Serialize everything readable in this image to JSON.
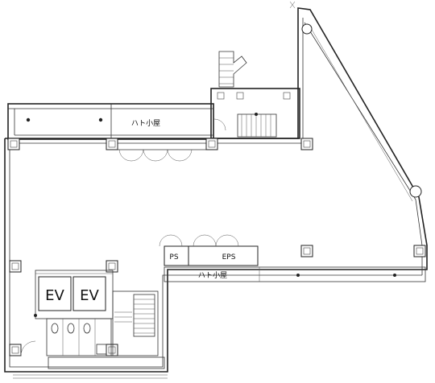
{
  "rooms": {
    "hato_upper": "ハト小屋",
    "hato_lower": "ハト小屋",
    "ps": "PS",
    "eps": "EPS"
  },
  "elevators": [
    {
      "label": "EV"
    },
    {
      "label": "EV"
    }
  ]
}
